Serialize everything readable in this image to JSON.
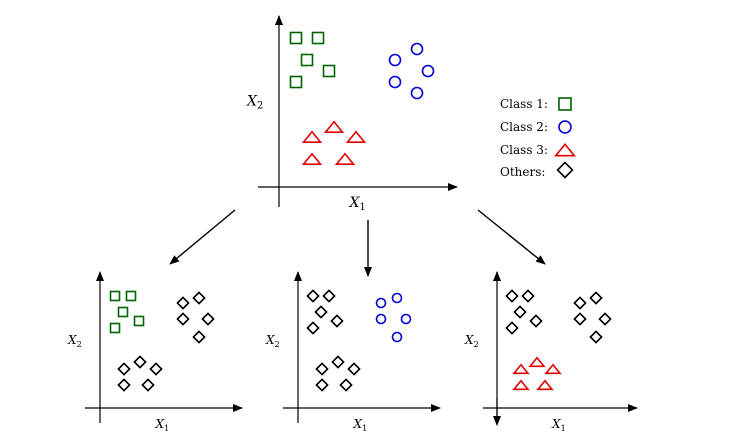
{
  "axis_labels": {
    "x_main": "X",
    "x_sub": "1",
    "y_main": "X",
    "y_sub": "2"
  },
  "legend": {
    "items": [
      {
        "label": "Class 1:",
        "shape": "square"
      },
      {
        "label": "Class 2:",
        "shape": "circle"
      },
      {
        "label": "Class 3:",
        "shape": "triangle"
      },
      {
        "label": "Others:",
        "shape": "diamond"
      }
    ]
  },
  "colors": {
    "class1": "#006400",
    "class2": "#0000dd",
    "class3": "#e00000",
    "others": "#000000"
  },
  "panels": [
    {
      "id": "top",
      "clusters": {
        "class1": "class1",
        "class2": "class2",
        "class3": "class3"
      }
    },
    {
      "id": "bottom-left",
      "clusters": {
        "class1": "class1",
        "class2": "others",
        "class3": "others"
      }
    },
    {
      "id": "bottom-middle",
      "clusters": {
        "class1": "others",
        "class2": "class2",
        "class3": "others"
      }
    },
    {
      "id": "bottom-right",
      "clusters": {
        "class1": "others",
        "class2": "others",
        "class3": "class3"
      }
    }
  ]
}
